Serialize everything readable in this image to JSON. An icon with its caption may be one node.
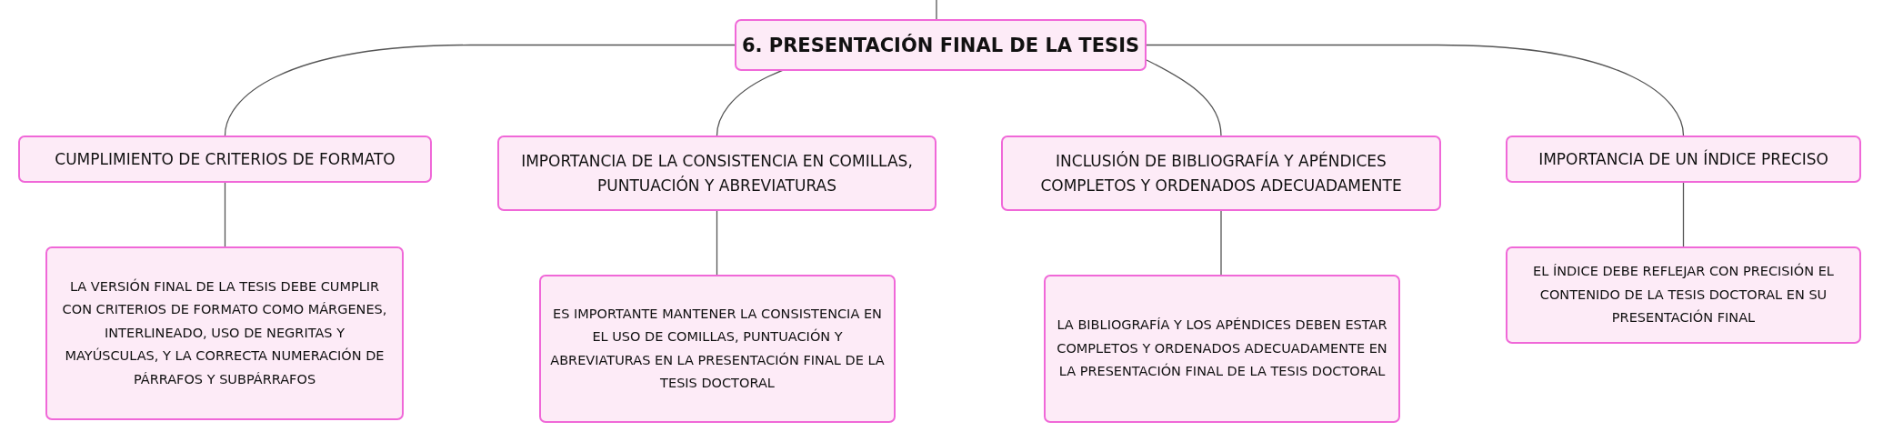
{
  "diagram": {
    "nodes": [
      {
        "text": [
          "6. PRESENTACIÓN FINAL DE LA TESIS"
        ]
      },
      {
        "text": [
          "CUMPLIMIENTO DE CRITERIOS DE FORMATO"
        ]
      },
      {
        "text": [
          "IMPORTANCIA DE LA CONSISTENCIA EN COMILLAS, PUNTUACIÓN Y ABREVIATURAS"
        ]
      },
      {
        "text": [
          "INCLUSIÓN DE BIBLIOGRAFÍA Y APÉNDICES COMPLETOS Y ORDENADOS ADECUADAMENTE"
        ]
      },
      {
        "text": [
          "IMPORTANCIA DE UN ÍNDICE PRECISO"
        ]
      },
      {
        "text": [
          "LA VERSIÓN FINAL DE LA TESIS DEBE CUMPLIR CON CRITERIOS DE FORMATO COMO MÁRGENES, INTERLINEADO, USO DE NEGRITAS Y MAYÚSCULAS, Y LA CORRECTA NUMERACIÓN DE PÁRRAFOS Y SUBPÁRRAFOS"
        ]
      },
      {
        "text": [
          "ES IMPORTANTE MANTENER LA CONSISTENCIA EN EL USO DE COMILLAS, PUNTUACIÓN Y ABREVIATURAS EN LA PRESENTACIÓN FINAL DE LA TESIS DOCTORAL"
        ]
      },
      {
        "text": [
          "LA BIBLIOGRAFÍA Y LOS APÉNDICES DEBEN ESTAR COMPLETOS Y ORDENADOS ADECUADAMENTE EN LA PRESENTACIÓN FINAL DE LA TESIS DOCTORAL"
        ]
      },
      {
        "text": [
          "EL ÍNDICE DEBE REFLEJAR CON PRECISIÓN EL CONTENIDO DE LA TESIS DOCTORAL EN SU PRESENTACIÓN FINAL"
        ]
      }
    ],
    "edges": [
      {
        "from": null,
        "to": 0,
        "arrow": "none"
      },
      {
        "from": 0,
        "to": 1,
        "arrow": "none"
      },
      {
        "from": 0,
        "to": 2,
        "arrow": "none"
      },
      {
        "from": 0,
        "to": 3,
        "arrow": "none"
      },
      {
        "from": 0,
        "to": 4,
        "arrow": "none"
      },
      {
        "from": 1,
        "to": 5,
        "arrow": "none"
      },
      {
        "from": 2,
        "to": 6,
        "arrow": "none"
      },
      {
        "from": 3,
        "to": 7,
        "arrow": "none"
      },
      {
        "from": 4,
        "to": 8,
        "arrow": "none"
      }
    ]
  }
}
